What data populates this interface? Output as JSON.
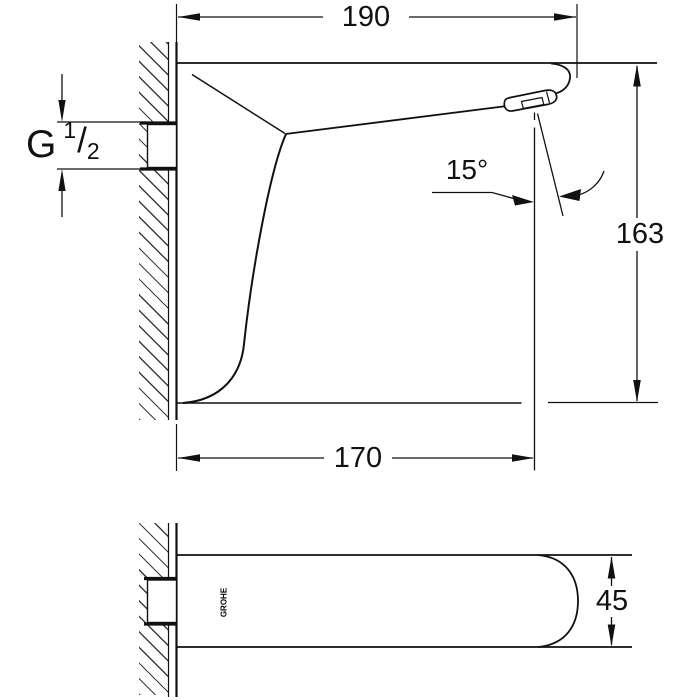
{
  "colors": {
    "line": "#111111",
    "background": "#ffffff"
  },
  "labels": {
    "dim190": "190",
    "dim163": "163",
    "dim170": "170",
    "dim45": "45",
    "angle": "15°",
    "thread_g": "G",
    "thread_num": "1",
    "thread_slash": "/",
    "thread_den": "2",
    "logo": "GROHE"
  }
}
